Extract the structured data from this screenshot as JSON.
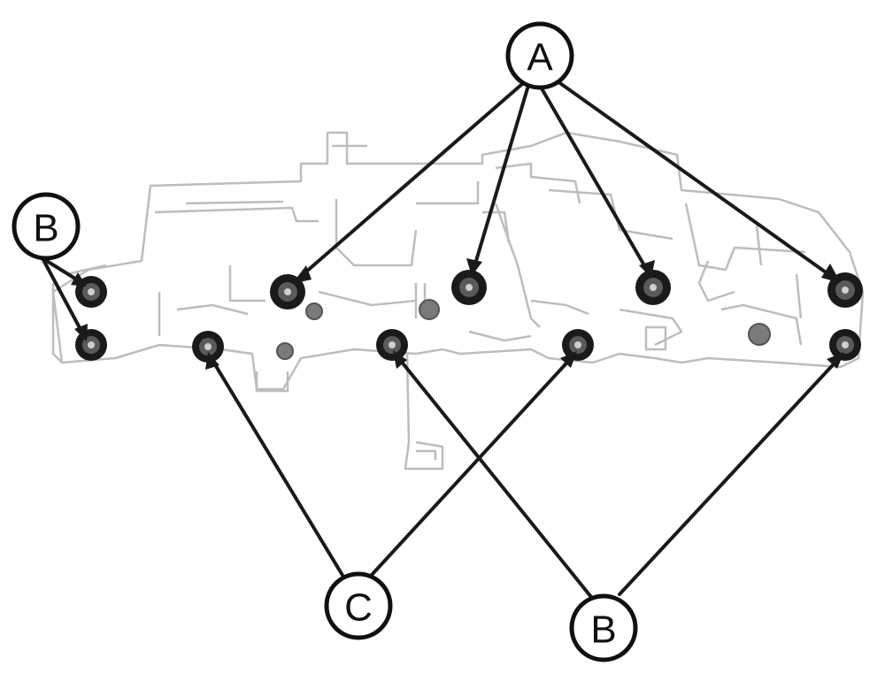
{
  "diagram": {
    "callouts": [
      {
        "id": "callout-a",
        "text": "A"
      },
      {
        "id": "callout-b-left",
        "text": "B"
      },
      {
        "id": "callout-c",
        "text": "C"
      },
      {
        "id": "callout-b-bottom",
        "text": "B"
      }
    ],
    "colors": {
      "line": "#1a1a1a",
      "part_outline": "#bdbdbd",
      "nut": "#1a1a1a",
      "background": "#ffffff"
    }
  }
}
